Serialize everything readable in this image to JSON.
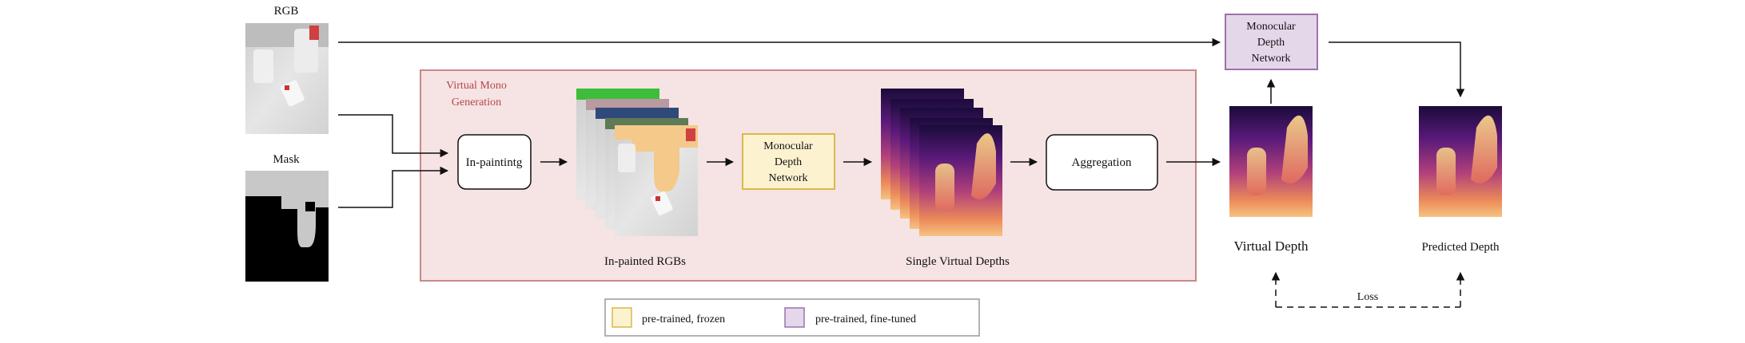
{
  "inputs": {
    "rgb_label": "RGB",
    "mask_label": "Mask"
  },
  "virtual_mono": {
    "title_line1": "Virtual Mono",
    "title_line2": "Generation"
  },
  "modules": {
    "inpainting": "In-paintintg",
    "mono_depth_line1": "Monocular",
    "mono_depth_line2": "Depth",
    "mono_depth_line3": "Network",
    "aggregation": "Aggregation"
  },
  "captions": {
    "inpainted_rgbs": "In-painted RGBs",
    "single_virtual_depths": "Single Virtual Depths",
    "virtual_depth": "Virtual Depth",
    "predicted_depth": "Predicted Depth",
    "loss": "Loss"
  },
  "legend": {
    "frozen_label": "pre-trained, frozen",
    "finetuned_label": "pre-trained, fine-tuned"
  },
  "colors": {
    "frozen_fill": "#fdf2d0",
    "frozen_stroke": "#d9b84a",
    "finetuned_fill": "#e4d7ea",
    "finetuned_stroke": "#9a72ad",
    "panel_fill": "#f6e3e3",
    "panel_stroke": "#c9898b",
    "panel_title": "#b4474a"
  }
}
